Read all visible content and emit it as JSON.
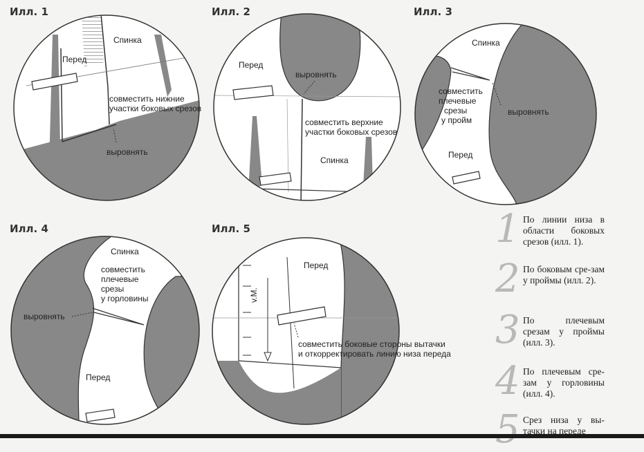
{
  "illustrations": [
    {
      "label": "Илл. 1",
      "texts": {
        "perid": "Перед",
        "spinka": "Спинка",
        "sovm1": "совместить нижние",
        "sovm2": "участки боковых срезов",
        "vyr": "выровнять"
      }
    },
    {
      "label": "Илл. 2",
      "texts": {
        "perid": "Перед",
        "vyr": "выровнять",
        "sovm1": "совместить верхние",
        "sovm2": "участки боковых срезов",
        "spinka": "Спинка"
      }
    },
    {
      "label": "Илл. 3",
      "texts": {
        "spinka": "Спинка",
        "sovm1": "совместить",
        "sovm2": "плечевые",
        "sovm3": "срезы",
        "sovm4": "у пройм",
        "vyr": "выровнять",
        "perid": "Перед"
      }
    },
    {
      "label": "Илл. 4",
      "texts": {
        "spinka": "Спинка",
        "sovm1": "совместить",
        "sovm2": "плечевые",
        "sovm3": "срезы",
        "sovm4": "у горловины",
        "vyr": "выровнять",
        "perid": "Перед"
      }
    },
    {
      "label": "Илл. 5",
      "texts": {
        "perid": "Перед",
        "sovm1": "совместить боковые стороны вытачки",
        "sovm2": "и откорректировать линию низа переда",
        "vm": "v.M."
      }
    }
  ],
  "steps": [
    {
      "num": "1",
      "text": "По линии низа в области боковых срезов (илл. 1)."
    },
    {
      "num": "2",
      "text": "По боковым сре-зам у проймы (илл. 2)."
    },
    {
      "num": "3",
      "text": "По плечевым срезам у проймы (илл. 3)."
    },
    {
      "num": "4",
      "text": "По плечевым сре-зам у горловины (илл. 4)."
    },
    {
      "num": "5",
      "text": "Срез низа у вы-тачки на переде"
    }
  ]
}
